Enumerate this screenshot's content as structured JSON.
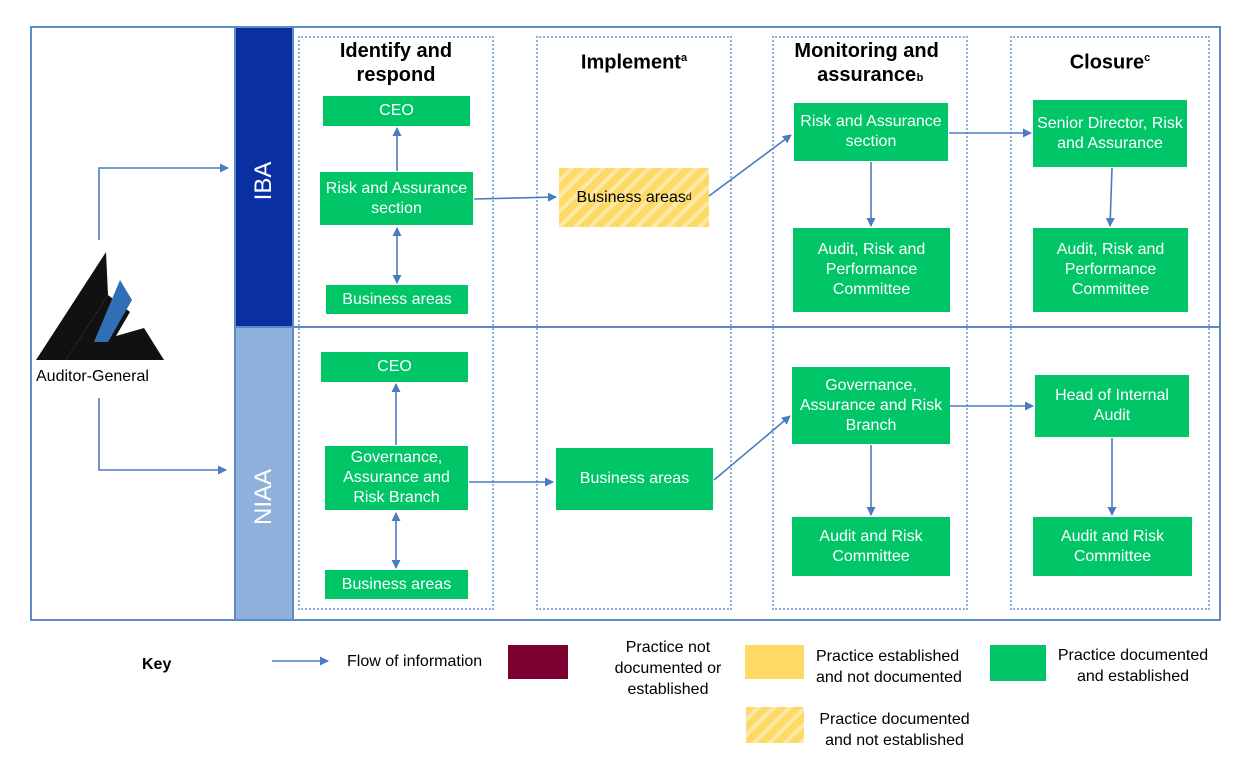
{
  "auditor": {
    "label": "Auditor-General"
  },
  "lanes": {
    "iba": "IBA",
    "niaa": "NIAA"
  },
  "columns": {
    "identify": {
      "title": "Identify and respond",
      "sup": ""
    },
    "implement": {
      "title": "Implement",
      "sup": "a"
    },
    "monitoring": {
      "title": "Monitoring and assurance",
      "sup": "b"
    },
    "closure": {
      "title": "Closure",
      "sup": "c"
    }
  },
  "iba": {
    "ceo": "CEO",
    "risk_section": "Risk and Assurance section",
    "business_areas": "Business areas",
    "implement_business": "Business areas",
    "implement_business_sup": "d",
    "monitor_risk_section": "Risk and Assurance section",
    "monitor_committee": "Audit, Risk and Performance Committee",
    "closure_director": "Senior Director, Risk and Assurance",
    "closure_committee": "Audit, Risk and Performance Committee"
  },
  "niaa": {
    "ceo": "CEO",
    "governance_branch": "Governance, Assurance and Risk Branch",
    "business_areas": "Business areas",
    "implement_business": "Business areas",
    "monitor_governance": "Governance, Assurance and Risk Branch",
    "monitor_committee": "Audit and Risk Committee",
    "closure_head": "Head of Internal Audit",
    "closure_committee": "Audit and Risk Committee"
  },
  "key": {
    "title": "Key",
    "flow": "Flow of information",
    "not_doc_not_est": "Practice not documented or established",
    "est_not_doc": "Practice established and not documented",
    "doc_and_est": "Practice documented and established",
    "doc_not_est": "Practice documented and not established"
  },
  "colors": {
    "green": "#00c667",
    "dark_red": "#7b0030",
    "yellow": "#ffd966",
    "arrow": "#4a7bbf",
    "iba_lane": "#0a2fa0",
    "niaa_lane": "#8eb0db"
  }
}
